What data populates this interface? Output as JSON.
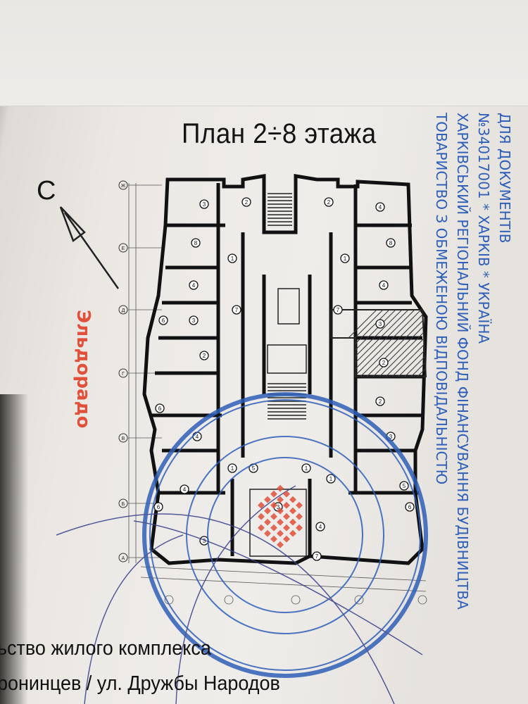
{
  "document": {
    "title": "План 2÷8  этажа",
    "north_label": "С",
    "axis_labels": [
      "Ж",
      "Е",
      "Д",
      "Г",
      "В",
      "Б",
      "А"
    ],
    "room_numbers": [
      "3",
      "2",
      "2",
      "4",
      "8",
      "8",
      "1",
      "1",
      "4",
      "4",
      "3",
      "6",
      "7",
      "2",
      "7",
      "2",
      "3",
      "2",
      "6",
      "4",
      "3",
      "1",
      "1",
      "5",
      "1",
      "4",
      "4",
      "6",
      "3",
      "7",
      "3",
      "5",
      "6"
    ],
    "footer_line_1": "ьство жилого комплекса",
    "footer_line_2": "ронинцев / ул. Дружбы Народов"
  },
  "stamp": {
    "outer_text": "ТОВАРИСТВО З ОБМЕЖЕНОЮ ВІДПОВІДАЛЬНІСТЮ",
    "inner_text": "ХАРКІВСЬКИЙ РЕГІОНАЛЬНИЙ ФОНД ФІНАНСУВАННЯ БУДІВНИЦТВА",
    "center_text": "ДЛЯ ДОКУМЕНТІВ",
    "country": "УКРАЇНА",
    "code": "№34017001",
    "city": "ХАРКІВ",
    "red_mark": "Эльдорадо",
    "color": "#2f5fb8",
    "red_color": "#e0503a"
  }
}
